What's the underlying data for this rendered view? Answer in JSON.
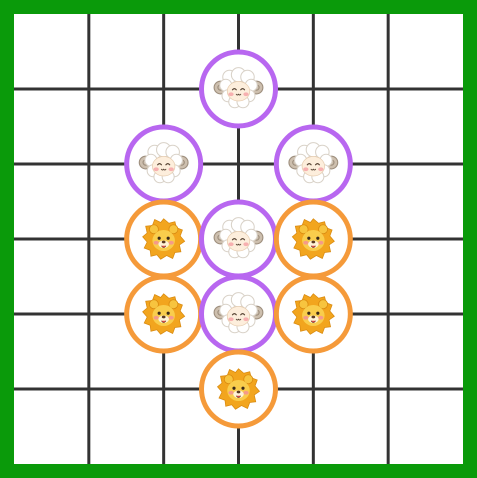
{
  "board": {
    "columns": 6,
    "rows": 6,
    "frame_color": "#0a9a0a",
    "grid_color": "#333333",
    "cell_color": "#ffffff"
  },
  "piece_types": {
    "sheep": {
      "icon": "sheep-face-icon",
      "ring_color": "#b867f0"
    },
    "lion": {
      "icon": "lion-face-icon",
      "ring_color": "#f59a3a"
    }
  },
  "pieces": [
    {
      "type": "sheep",
      "col": 3,
      "row": 1
    },
    {
      "type": "sheep",
      "col": 2,
      "row": 2
    },
    {
      "type": "sheep",
      "col": 4,
      "row": 2
    },
    {
      "type": "lion",
      "col": 2,
      "row": 3
    },
    {
      "type": "sheep",
      "col": 3,
      "row": 3
    },
    {
      "type": "lion",
      "col": 4,
      "row": 3
    },
    {
      "type": "lion",
      "col": 2,
      "row": 4
    },
    {
      "type": "sheep",
      "col": 3,
      "row": 4
    },
    {
      "type": "lion",
      "col": 4,
      "row": 4
    },
    {
      "type": "lion",
      "col": 3,
      "row": 5
    }
  ]
}
